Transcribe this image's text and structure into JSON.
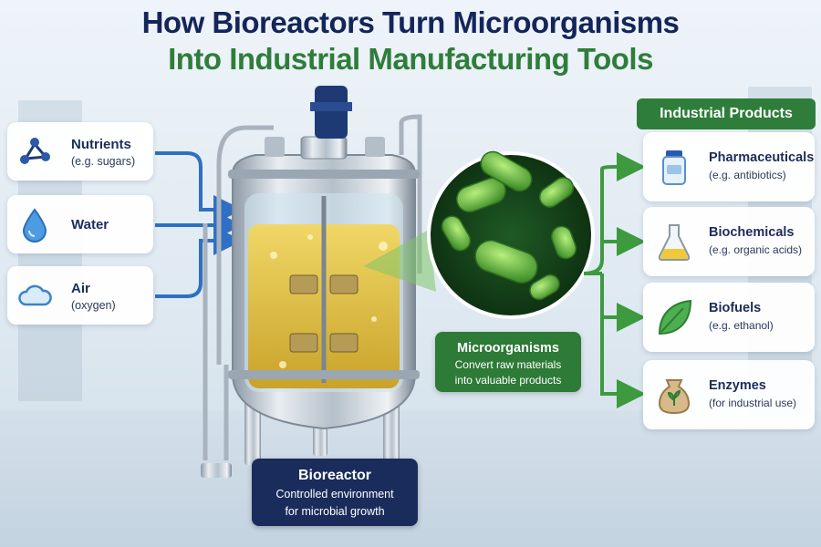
{
  "title": {
    "line1": "How Bioreactors Turn Microorganisms",
    "line2": "Into Industrial Manufacturing  Tools"
  },
  "inputs": [
    {
      "label": "Nutrients",
      "sub": "(e.g. sugars)",
      "icon": "molecule-icon"
    },
    {
      "label": "Water",
      "sub": "",
      "icon": "water-drop-icon"
    },
    {
      "label": "Air",
      "sub": "(oxygen)",
      "icon": "cloud-icon"
    }
  ],
  "products": {
    "header": "Industrial Products",
    "items": [
      {
        "label": "Pharmaceuticals",
        "sub": "(e.g. antibiotics)",
        "icon": "vial-icon"
      },
      {
        "label": "Biochemicals",
        "sub": "(e.g. organic acids)",
        "icon": "flask-icon"
      },
      {
        "label": "Biofuels",
        "sub": "(e.g. ethanol)",
        "icon": "leaf-icon"
      },
      {
        "label": "Enzymes",
        "sub": "(for industrial use)",
        "icon": "sack-icon"
      }
    ]
  },
  "microorganisms": {
    "label": "Microorganisms",
    "desc_line1": "Convert raw materials",
    "desc_line2": "into valuable products"
  },
  "bioreactor": {
    "label": "Bioreactor",
    "desc_line1": "Controlled environment",
    "desc_line2": "for microbial growth"
  },
  "colors": {
    "title_navy": "#14255a",
    "title_green": "#2f7d3a",
    "input_arrow": "#2f6fc4",
    "output_arrow": "#3d9a3f",
    "liquid": "#e3c24a"
  }
}
